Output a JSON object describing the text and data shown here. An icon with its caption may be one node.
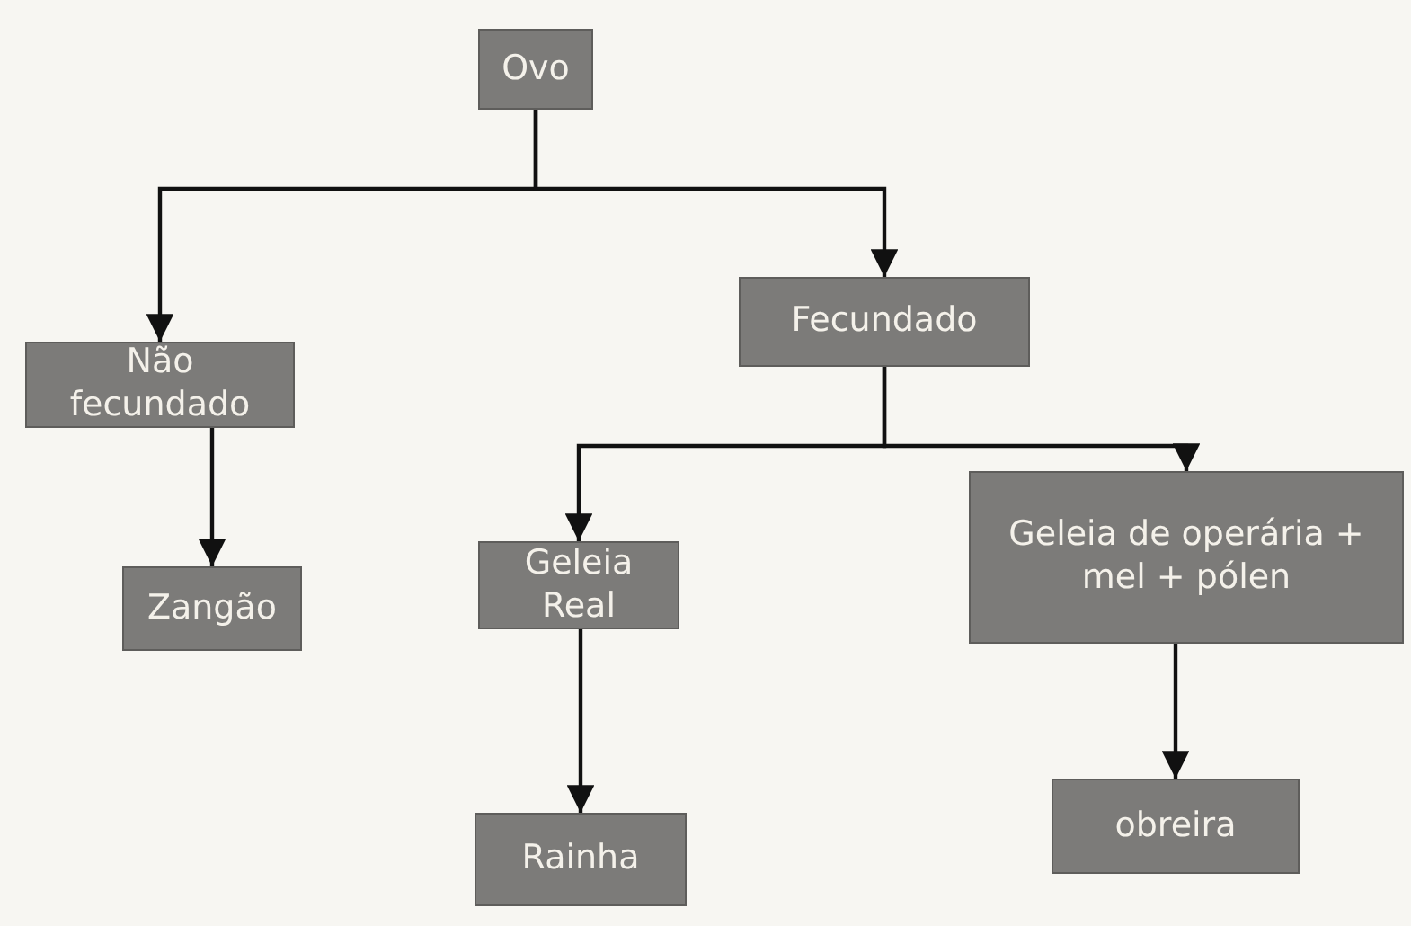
{
  "diagram": {
    "nodes": [
      {
        "text": [
          "Ovo"
        ]
      },
      {
        "text": [
          "Não fecundado"
        ]
      },
      {
        "text": [
          "Fecundado"
        ]
      },
      {
        "text": [
          "Zangão"
        ]
      },
      {
        "text": [
          "Geleia Real"
        ]
      },
      {
        "text": [
          "Geleia de operária + mel + pólen"
        ]
      },
      {
        "text": [
          "Rainha"
        ]
      },
      {
        "text": [
          "obreira"
        ]
      }
    ],
    "edges": [
      {
        "from": 0,
        "to": 1,
        "arrow": "to"
      },
      {
        "from": 0,
        "to": 2,
        "arrow": "to"
      },
      {
        "from": 1,
        "to": 3,
        "arrow": "to"
      },
      {
        "from": 2,
        "to": 4,
        "arrow": "to"
      },
      {
        "from": 2,
        "to": 5,
        "arrow": "to"
      },
      {
        "from": 4,
        "to": 6,
        "arrow": "to"
      },
      {
        "from": 5,
        "to": 7,
        "arrow": "to"
      }
    ]
  }
}
